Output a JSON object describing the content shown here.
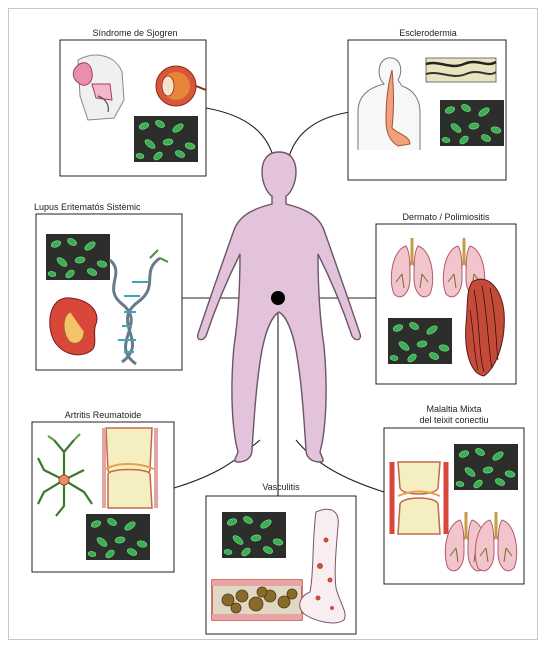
{
  "diagram": {
    "labels": {
      "sjogren": "Síndrome de Sjogren",
      "scleroderma": "Esclerodermia",
      "lupus": "Lupus Eritematós Sistèmic",
      "dermato": "Dermato / Polimiositis",
      "ra": "Artritis Reumatoide",
      "mixed_line1": "Malaltia Mixta",
      "mixed_line2": "del teixit conectiu",
      "vasculitis": "Vasculitis"
    },
    "colors": {
      "body": "#e3c2dc",
      "body_stroke": "#6b5566",
      "cell_bg": "#2b2e2b",
      "cell": "#3cae52",
      "lung": "#f2c4cc",
      "bone": "#f4eec1",
      "vessel": "#c94f3c"
    },
    "icons": [
      "face-profile-icon",
      "eye-icon",
      "esophagus-icon",
      "tissue-strip-icon",
      "kidney-icon",
      "dna-helix-icon",
      "lungs-icon",
      "muscle-icon",
      "joint-icon",
      "leg-vessel-icon",
      "blood-vessel-icon",
      "antibody-icon",
      "fluorescent-cells-icon"
    ]
  }
}
